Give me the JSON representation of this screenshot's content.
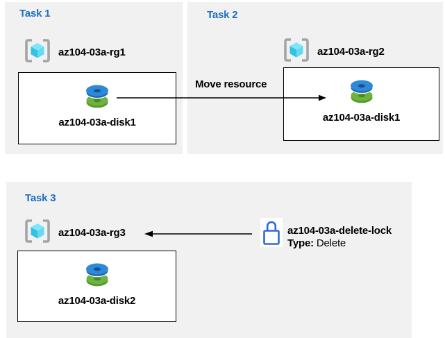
{
  "tasks": [
    {
      "title": "Task 1",
      "resource_group": "az104-03a-rg1",
      "resource": "az104-03a-disk1"
    },
    {
      "title": "Task 2",
      "resource_group": "az104-03a-rg2",
      "resource": "az104-03a-disk1"
    },
    {
      "title": "Task 3",
      "resource_group": "az104-03a-rg3",
      "resource": "az104-03a-disk2"
    }
  ],
  "move_arrow": {
    "label": "Move resource"
  },
  "lock": {
    "name": "az104-03a-delete-lock",
    "type_label": "Type:",
    "type_value": "Delete"
  },
  "icons": {
    "resource_group": "resource-group-icon",
    "disk": "managed-disk-icon",
    "lock": "lock-icon"
  },
  "colors": {
    "panel_bg": "#f1f1f2",
    "title_blue": "#1e6fbf",
    "border": "#000000",
    "disk_blue": "#2e89d8",
    "disk_blue_dark": "#174f94",
    "disk_green": "#6cb33f",
    "disk_green_dark": "#4c8726",
    "cube_cyan_top": "#7de7f9",
    "cube_cyan_left": "#35c1e1",
    "cube_cyan_right": "#64d9f0",
    "bracket_gray": "#a3a4a6",
    "lock_blue": "#2b6bd6"
  }
}
